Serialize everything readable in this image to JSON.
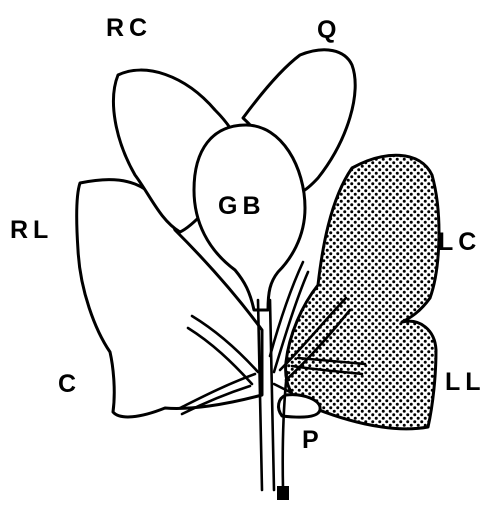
{
  "labels": {
    "rc": "RC",
    "q": "Q",
    "gb": "GB",
    "rl": "RL",
    "lc": "LC",
    "c": "C",
    "ll": "LL",
    "p": "P"
  },
  "colors": {
    "stroke": "#000000",
    "background": "#ffffff",
    "shaded_lobe": "stippled dot pattern"
  }
}
